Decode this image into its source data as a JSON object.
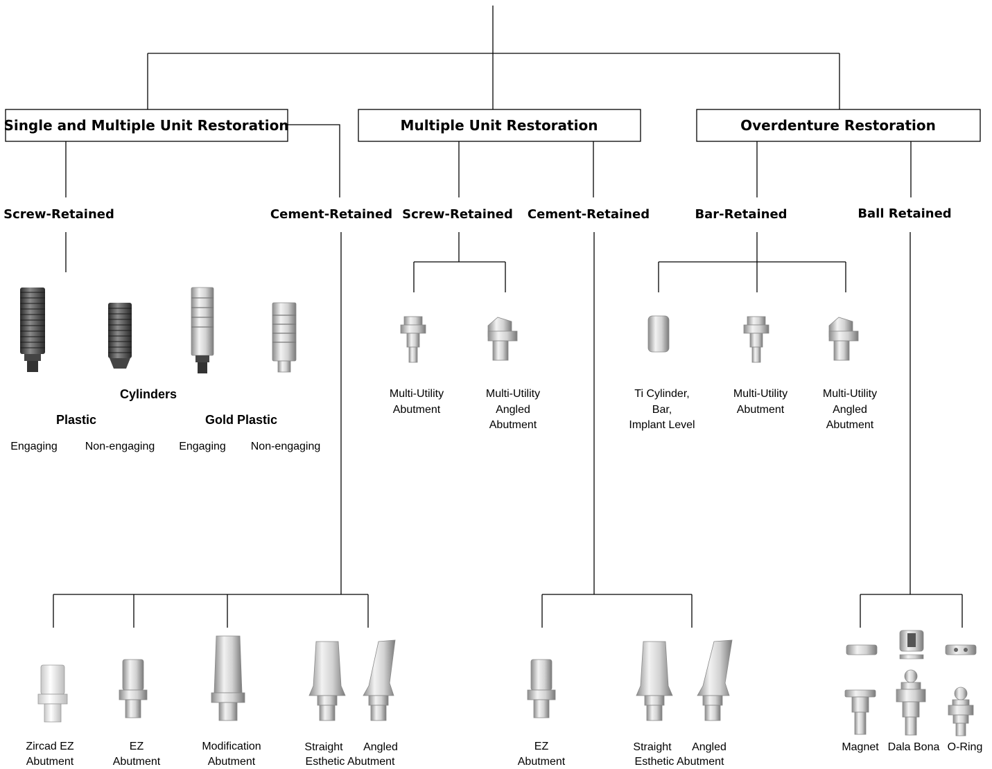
{
  "top_boxes": {
    "single_multiple": "Single and Multiple Unit Restoration",
    "multiple_unit": "Multiple Unit Restoration",
    "overdenture": "Overdenture Restoration"
  },
  "categories": {
    "s1_screw": "Screw-Retained",
    "s1_cement": "Cement-Retained",
    "s2_screw": "Screw-Retained",
    "s2_cement": "Cement-Retained",
    "s3_bar": "Bar-Retained",
    "s3_ball": "Ball Retained"
  },
  "cylinders": {
    "heading": "Cylinders",
    "plastic": "Plastic",
    "gold_plastic": "Gold Plastic",
    "engaging_1": "Engaging",
    "non_engaging_1": "Non-engaging",
    "engaging_2": "Engaging",
    "non_engaging_2": "Non-engaging"
  },
  "multi_screw": {
    "mu_1": "Multi-Utility",
    "mu_2": "Abutment",
    "mua_1": "Multi-Utility",
    "mua_2": "Angled",
    "mua_3": "Abutment"
  },
  "bar": {
    "ti_1": "Ti Cylinder,",
    "ti_2": "Bar,",
    "ti_3": "Implant Level",
    "mu_1": "Multi-Utility",
    "mu_2": "Abutment",
    "mua_1": "Multi-Utility",
    "mua_2": "Angled",
    "mua_3": "Abutment"
  },
  "cement_single": {
    "zircad_1": "Zircad EZ",
    "zircad_2": "Abutment",
    "ez_1": "EZ",
    "ez_2": "Abutment",
    "mod_1": "Modification",
    "mod_2": "Abutment",
    "straight_1": "Straight",
    "angled_1": "Angled",
    "esthetic_2": "Esthetic Abutment"
  },
  "cement_multi": {
    "ez_1": "EZ",
    "ez_2": "Abutment",
    "straight_1": "Straight",
    "angled_1": "Angled",
    "esthetic_2": "Esthetic Abutment"
  },
  "ball": {
    "magnet": "Magnet",
    "dala_bona": "Dala Bona",
    "o_ring": "O-Ring"
  }
}
